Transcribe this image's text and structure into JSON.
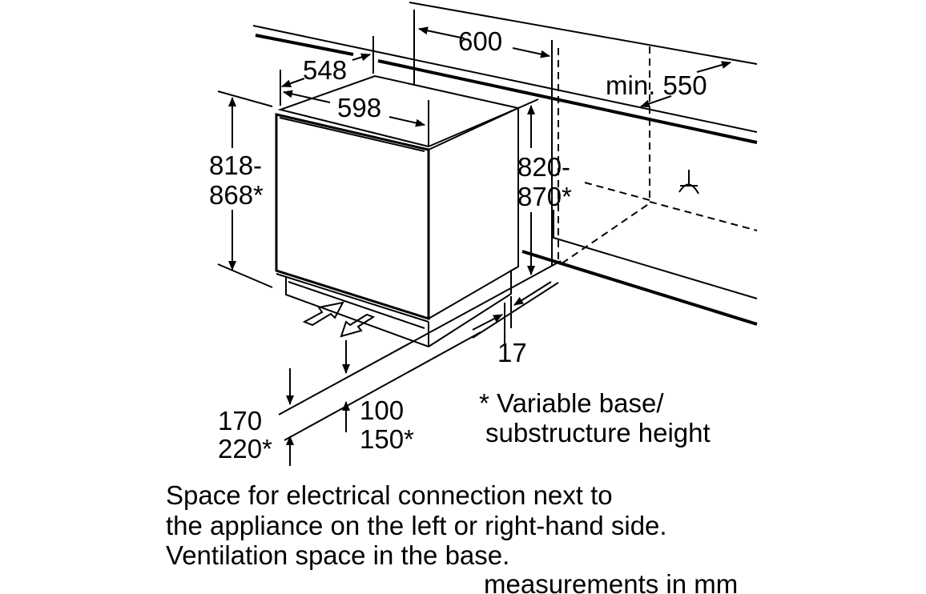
{
  "dimensions": {
    "niche_width": "600",
    "depth": "548",
    "width": "598",
    "niche_depth": "min. 550",
    "height_left_1": "818-",
    "height_left_2": "868*",
    "niche_height_1": "820-",
    "niche_height_2": "870*",
    "offset": "17",
    "base_1": "170",
    "base_2": "220*",
    "plinth_1": "100",
    "plinth_2": "150*"
  },
  "footnote": {
    "line1": "* Variable base/",
    "line2": "substructure height"
  },
  "notes": {
    "line1": "Space for electrical connection next to",
    "line2": "the appliance on the left or right-hand side.",
    "line3": "Ventilation space in the base.",
    "units": "measurements in mm"
  }
}
